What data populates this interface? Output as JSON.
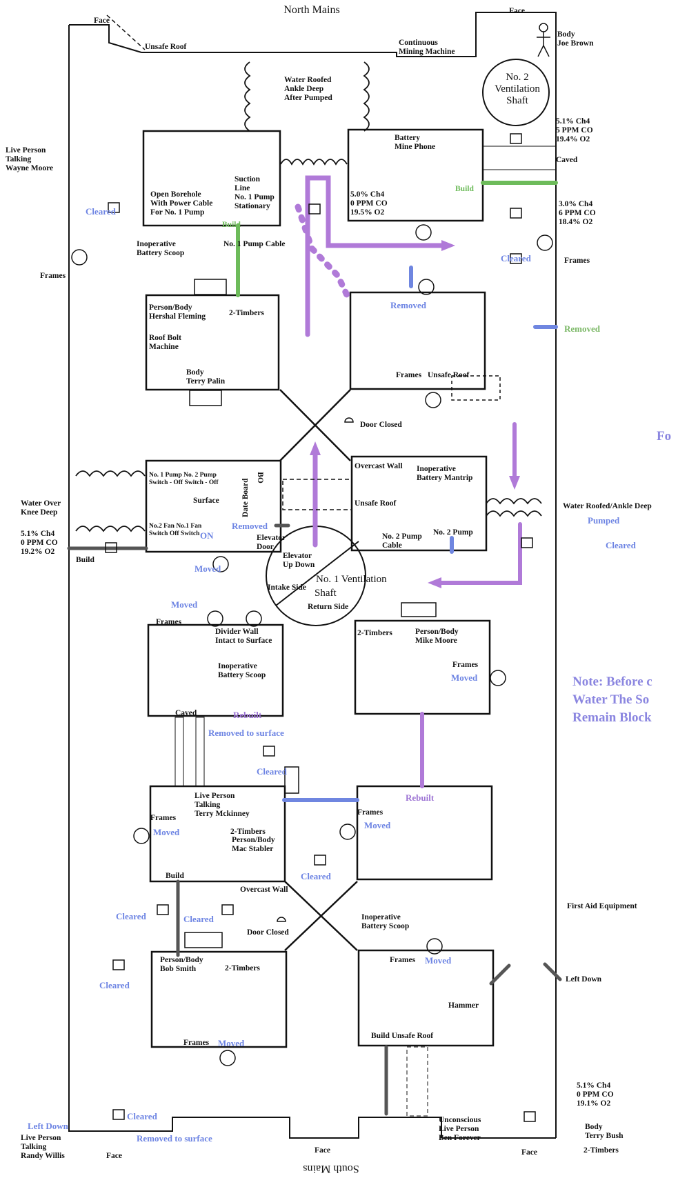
{
  "titles": {
    "north": "North Mains",
    "south": "South Mains"
  },
  "faces": {
    "nw": "Face",
    "ne": "Face",
    "s": "Face",
    "se": "Face",
    "sw": "Face"
  },
  "people": {
    "joe": [
      "Body",
      "Joe Brown"
    ],
    "wayne": [
      "Live Person",
      "Talking",
      "Wayne Moore"
    ],
    "hershal": [
      "Person/Body",
      "Hershal Fleming"
    ],
    "terry_palin": [
      "Body",
      "Terry Palin"
    ],
    "mike": [
      "Person/Body",
      "Mike Moore"
    ],
    "terry_mck": [
      "Live Person",
      "Talking",
      "Terry Mckinney"
    ],
    "mac": [
      "Person/Body",
      "Mac Stabler"
    ],
    "bob": [
      "Person/Body",
      "Bob Smith"
    ],
    "randy": [
      "Live Person",
      "Talking",
      "Randy Willis"
    ],
    "ben": [
      "Unconscious",
      "Live Person",
      "Ben Forever"
    ],
    "terry_bush": [
      "Body",
      "Terry Bush"
    ]
  },
  "gas": {
    "ne_top": [
      "5.1% Ch4",
      "5 PPM CO",
      "19.4% O2"
    ],
    "ne_mid": [
      "3.0% Ch4",
      "6 PPM CO",
      "18.4% O2"
    ],
    "room": [
      "5.0% Ch4",
      "0 PPM CO",
      "19.5% O2"
    ],
    "west": [
      "5.1% Ch4",
      "0 PPM CO",
      "19.2% O2"
    ],
    "se": [
      "5.1% Ch4",
      "0 PPM CO",
      "19.1% O2"
    ]
  },
  "shafts": {
    "no2": [
      "No. 2",
      "Ventilation",
      "Shaft"
    ],
    "no1_line1": "No. 1 Ventilation",
    "no1_line2": "Shaft",
    "elevator": [
      "Elevator",
      "Up   Down"
    ],
    "intake": "Intake Side",
    "return": "Return Side"
  },
  "labels": {
    "unsafe_roof": "Unsafe Roof",
    "cmm": [
      "Continuous",
      "Mining Machine"
    ],
    "water_roofed": [
      "Water Roofed",
      "Ankle Deep",
      "After Pumped"
    ],
    "battery_phone": [
      "Battery",
      "Mine Phone"
    ],
    "caved": "Caved",
    "build": "Build",
    "borehole": [
      "Open Borehole",
      "With Power Cable",
      "For No. 1 Pump"
    ],
    "suction": [
      "Suction",
      "Line",
      "No. 1 Pump",
      "Stationary"
    ],
    "pump_cable1": "No. 1 Pump Cable",
    "inop_scoop": [
      "Inoperative",
      "Battery Scoop"
    ],
    "frames": "Frames",
    "two_timbers": "2-Timbers",
    "roof_bolt": [
      "Roof Bolt",
      "Machine"
    ],
    "door_closed": "Door Closed",
    "overcast": "Overcast Wall",
    "inop_mantrip": [
      "Inoperative",
      "Battery Mantrip"
    ],
    "unsafe_roof2": "Unsafe Roof",
    "pump_switch": [
      "No. 1 Pump No. 2 Pump",
      "Switch - Off Switch - Off"
    ],
    "surface": "Surface",
    "date_board": "Date Board",
    "bo": "BO",
    "fan_switch": [
      "No.2 Fan No.1 Fan",
      "Switch Off Switch"
    ],
    "on": "ON",
    "elevator_door": [
      "Elevator",
      "Door"
    ],
    "water_knee": [
      "Water Over",
      "Knee Deep"
    ],
    "no2_pump_cable": [
      "No. 2 Pump",
      "Cable"
    ],
    "no2_pump": "No. 2 Pump",
    "water_roofed_ankle": "Water Roofed/Ankle Deep",
    "divider": [
      "Divider Wall",
      "Intact to Surface"
    ],
    "first_aid": "First Aid Equipment",
    "left_down": "Left Down",
    "hammer": "Hammer",
    "build_unsafe": "Build Unsafe Roof",
    "door_closed2": "Door Closed",
    "overcast2": "Overcast Wall",
    "build2": "Build"
  },
  "blue_labels": {
    "cleared": "Cleared",
    "removed": "Removed",
    "moved": "Moved",
    "rebuilt": "Rebuilt",
    "removed_surface": "Removed to surface",
    "pumped": "Pumped",
    "left_down": "Left Down"
  },
  "green_labels": {
    "build": "Build"
  },
  "note": {
    "fo": "Fo",
    "line1": "Note: Before c",
    "line2": "Water The So",
    "line3": "Remain Block"
  },
  "colors": {
    "purple": "#b07ad8",
    "green": "#6dbb5a",
    "blue": "#6f86e0",
    "grey": "#555555",
    "ink": "#111111"
  }
}
